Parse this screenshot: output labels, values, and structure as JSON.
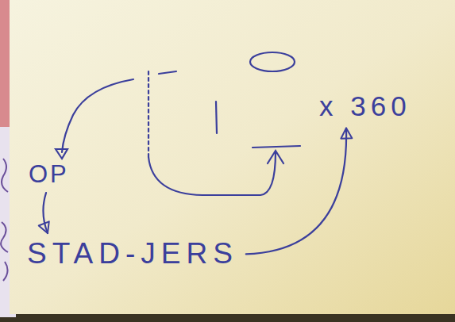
{
  "diagram": {
    "nodes": [
      {
        "text": [
          "x 360"
        ]
      },
      {
        "text": [
          "OP"
        ]
      },
      {
        "text": [
          "STAD-JERS"
        ]
      }
    ],
    "edges": [
      {
        "from": 1,
        "to": 2,
        "arrow": "to"
      },
      {
        "from": 2,
        "to": 0,
        "arrow": "to"
      }
    ]
  }
}
